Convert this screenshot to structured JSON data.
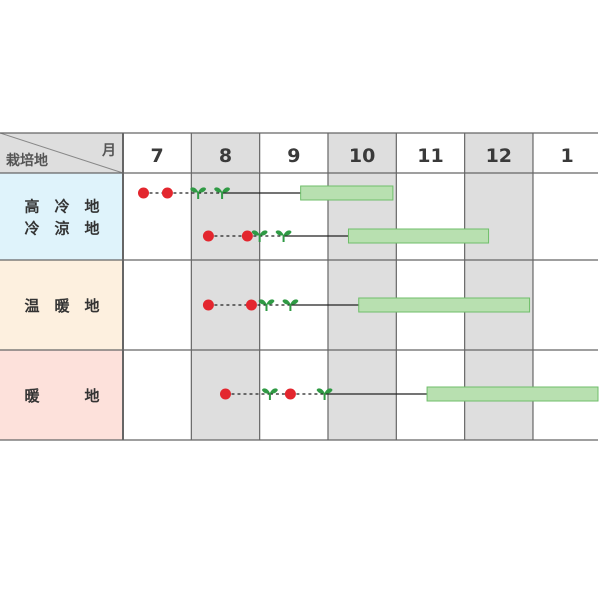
{
  "header": {
    "corner_region": "栽培地",
    "corner_month": "月",
    "months": [
      "7",
      "8",
      "9",
      "10",
      "11",
      "12",
      "1"
    ]
  },
  "rows": [
    {
      "label_lines": [
        "高　冷　地",
        "冷　涼　地"
      ],
      "bg": "#dff3fb",
      "schedules": [
        {
          "sow_start": 7.3,
          "sow_end": 7.65,
          "sow_style": "dotted",
          "germ": [
            8.1,
            8.45
          ],
          "line_end": 9.6,
          "harvest": [
            9.6,
            10.95
          ]
        },
        {
          "sow_start": 8.25,
          "sow_end": 8.82,
          "sow_style": "dashed",
          "germ": [
            9.0,
            9.35
          ],
          "line_end": 10.3,
          "harvest": [
            10.3,
            12.35
          ]
        }
      ]
    },
    {
      "label_lines": [
        "温　暖　地"
      ],
      "bg": "#fdf0df",
      "schedules": [
        {
          "sow_start": 8.25,
          "sow_end": 8.88,
          "sow_style": "dashed",
          "germ": [
            9.1,
            9.45
          ],
          "line_end": 10.45,
          "harvest": [
            10.45,
            12.95
          ]
        }
      ]
    },
    {
      "label_lines": [
        "暖　　　地"
      ],
      "bg": "#fde1db",
      "schedules": [
        {
          "sow_start": 8.5,
          "sow_end": 9.45,
          "sow_style": "dashed",
          "germ": [
            9.15,
            9.95
          ],
          "line_end": 11.45,
          "harvest": [
            11.45,
            14.0
          ],
          "mid_sow": 9.45
        }
      ]
    }
  ],
  "colors": {
    "grid": "#666666",
    "shade": "#dedede",
    "sow": "#e3262e",
    "germ": "#2f9a44",
    "harvest_fill": "#b8e0b0",
    "harvest_stroke": "#6fbe6a",
    "header_bg": "#dedede"
  },
  "icons": {
    "sow": "red-dot-sowing-icon",
    "germ": "sprout-icon",
    "harvest": "harvest-bar"
  }
}
